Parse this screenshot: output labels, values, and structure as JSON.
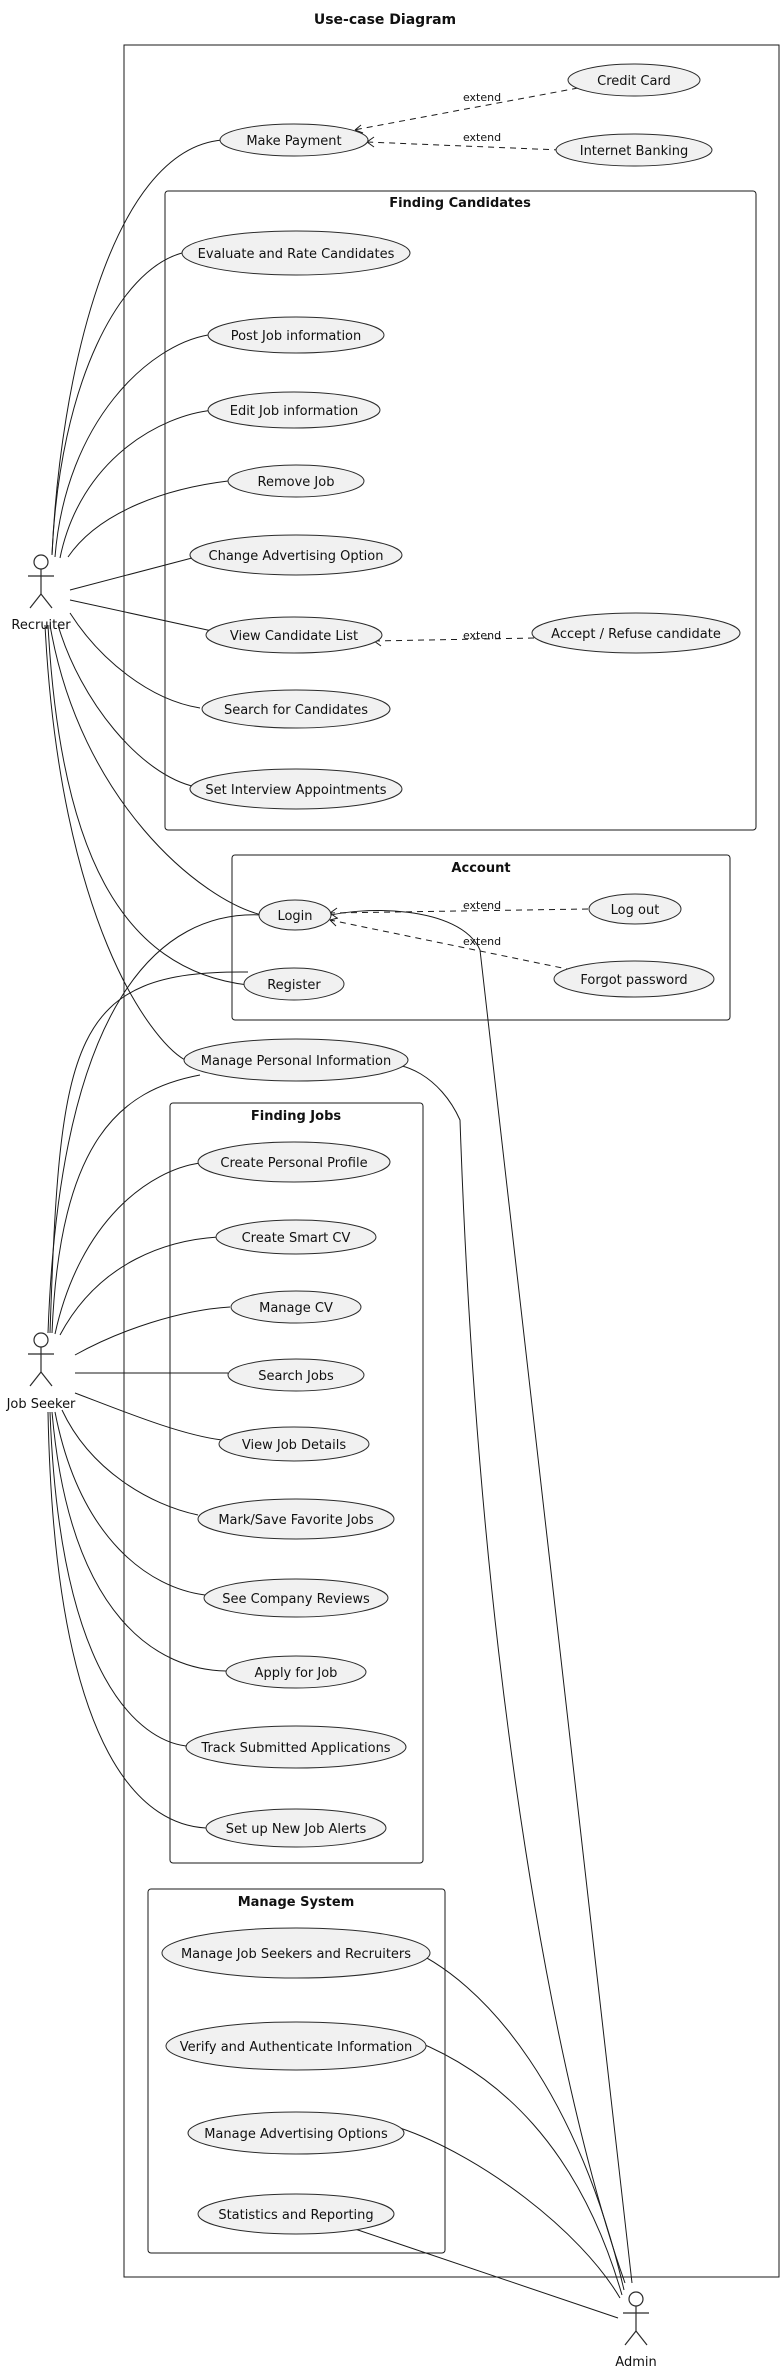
{
  "title": "Use-case Diagram",
  "actors": {
    "recruiter": "Recruiter",
    "job_seeker": "Job Seeker",
    "admin": "Admin"
  },
  "packages": {
    "finding_candidates": "Finding Candidates",
    "account": "Account",
    "finding_jobs": "Finding Jobs",
    "manage_system": "Manage System"
  },
  "use_cases": {
    "make_payment": "Make Payment",
    "credit_card": "Credit Card",
    "internet_banking": "Internet Banking",
    "evaluate_rate": "Evaluate and Rate Candidates",
    "post_job": "Post Job information",
    "edit_job": "Edit Job information",
    "remove_job": "Remove Job",
    "change_advertising": "Change Advertising Option",
    "view_candidate_list": "View Candidate List",
    "accept_refuse": "Accept / Refuse candidate",
    "search_candidates": "Search for Candidates",
    "set_interview": "Set Interview Appointments",
    "login": "Login",
    "logout": "Log out",
    "register": "Register",
    "forgot_password": "Forgot password",
    "manage_personal_info": "Manage Personal Information",
    "create_profile": "Create Personal Profile",
    "create_cv": "Create Smart CV",
    "manage_cv": "Manage CV",
    "search_jobs": "Search Jobs",
    "view_job_details": "View Job Details",
    "mark_save_jobs": "Mark/Save Favorite Jobs",
    "company_reviews": "See Company Reviews",
    "apply_job": "Apply for Job",
    "track_applications": "Track Submitted Applications",
    "job_alerts": "Set up New Job Alerts",
    "manage_seekers_recruiters": "Manage Job Seekers and Recruiters",
    "verify_authenticate": "Verify and Authenticate Information",
    "manage_advertising": "Manage Advertising Options",
    "statistics_reporting": "Statistics and Reporting"
  },
  "relations": {
    "extend_label": "extend"
  }
}
